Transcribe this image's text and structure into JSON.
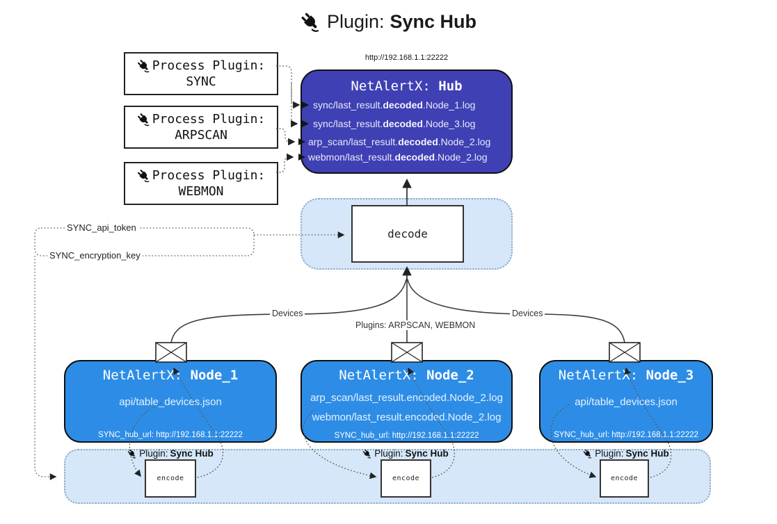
{
  "title": {
    "prefix": "Plugin:",
    "name": "Sync Hub"
  },
  "hub": {
    "url": "http://192.168.1.1:22222",
    "name_prefix": "NetAlertX:",
    "name": "Hub",
    "log_lines": [
      {
        "pre": "sync/last_result.",
        "bold": "decoded",
        "post": ".Node_1.log"
      },
      {
        "pre": "sync/last_result.",
        "bold": "decoded",
        "post": ".Node_3.log"
      },
      {
        "pre": "arp_scan/last_result.",
        "bold": "decoded",
        "post": ".Node_2.log"
      },
      {
        "pre": "webmon/last_result.",
        "bold": "decoded",
        "post": ".Node_2.log"
      }
    ]
  },
  "process_plugins": [
    {
      "label": "Process Plugin:",
      "name": "SYNC"
    },
    {
      "label": "Process Plugin:",
      "name": "ARPSCAN"
    },
    {
      "label": "Process Plugin:",
      "name": "WEBMON"
    }
  ],
  "decode": {
    "label": "decode"
  },
  "settings": {
    "api_token": "SYNC_api_token",
    "encryption_key": "SYNC_encryption_key"
  },
  "edges": {
    "devices_left": "Devices",
    "devices_right": "Devices",
    "plugins": "Plugins: ARPSCAN, WEBMON"
  },
  "nodes": [
    {
      "name_prefix": "NetAlertX:",
      "name": "Node_1",
      "files": [
        "api/table_devices.json"
      ],
      "hub_url": "SYNC_hub_url: http://192.168.1.1:22222"
    },
    {
      "name_prefix": "NetAlertX:",
      "name": "Node_2",
      "files": [
        "arp_scan/last_result.encoded.Node_2.log",
        "webmon/last_result.encoded.Node_2.log"
      ],
      "hub_url": "SYNC_hub_url: http://192.168.1.1:22222"
    },
    {
      "name_prefix": "NetAlertX:",
      "name": "Node_3",
      "files": [
        "api/table_devices.json"
      ],
      "hub_url": "SYNC_hub_url: http://192.168.1.1:22222"
    }
  ],
  "encoders": [
    {
      "label": "Plugin:",
      "name": "Sync Hub",
      "box": "encode"
    },
    {
      "label": "Plugin:",
      "name": "Sync Hub",
      "box": "encode"
    },
    {
      "label": "Plugin:",
      "name": "Sync Hub",
      "box": "encode"
    }
  ],
  "colors": {
    "hub_fill": "#3f40b4",
    "node_fill": "#2d8de6",
    "panel_fill": "#d5e7f8",
    "panel_border": "#8aa7c4"
  }
}
